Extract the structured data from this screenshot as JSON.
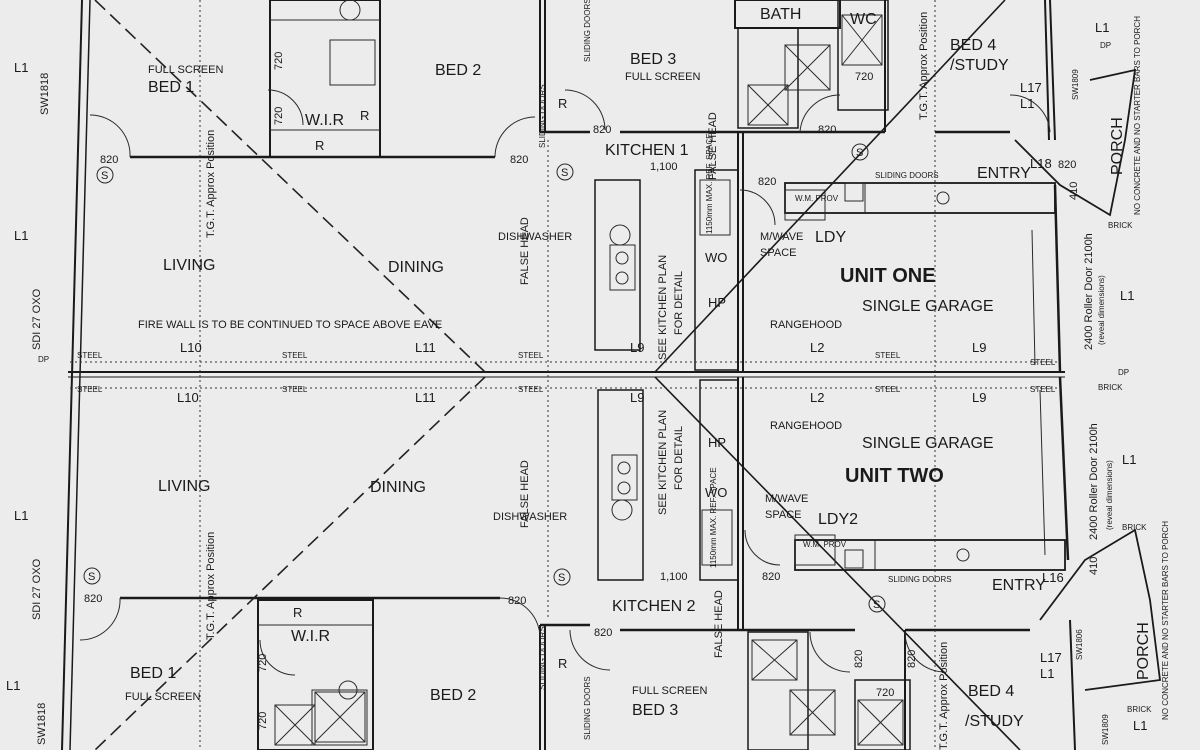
{
  "labels": {
    "bath": "BATH",
    "wc_top": "WC",
    "full_screen": "FULL SCREEN",
    "bed1": "BED 1",
    "bed2": "BED 2",
    "bed3": "BED 3",
    "bed4": "BED 4",
    "study": "/STUDY",
    "wir": "W.I.R",
    "r": "R",
    "kitchen1": "KITCHEN 1",
    "kitchen2": "KITCHEN 2",
    "living": "LIVING",
    "dining": "DINING",
    "dishwasher": "DISHWASHER",
    "false_head": "FALSE HEAD",
    "see_kitchen_plan": "SEE KITCHEN PLAN",
    "for_detail": "FOR DETAIL",
    "mwave_space_1": "M/WAVE",
    "ldy": "LDY",
    "space": "SPACE",
    "mwave_2": "M/WAVE",
    "space_2": "SPACE",
    "ldy2": "LDY2",
    "rangehood": "RANGEHOOD",
    "wm_prov": "W.M. PROV",
    "wo": "WO",
    "hp": "HP",
    "unit_one": "UNIT ONE",
    "unit_two": "UNIT TWO",
    "single_garage": "SINGLE GARAGE",
    "entry": "ENTRY",
    "porch": "PORCH",
    "porch_note": "NO CONCRETE AND NO STARTER BARS TO PORCH",
    "fire_wall": "FIRE WALL IS TO BE CONTINUED TO SPACE ABOVE EAVE",
    "sliding_doors": "SLIDING DOORS",
    "tgt": "T.G.T. Approx Position",
    "roller_door": "2400 Roller Door 2100h",
    "reveal_dims": "(reveal dimensions)",
    "steel": "STEEL",
    "l1": "L1",
    "l2": "L2",
    "l9": "L9",
    "l10": "L10",
    "l11": "L11",
    "l16": "L16",
    "l17": "L17",
    "l18": "L18",
    "dp": "DP",
    "brick": "BRICK",
    "sw1818": "SW1818",
    "sw1809": "SW1809",
    "sw1806": "SW1806",
    "sdi": "SDI 27 OXO",
    "d820": "820",
    "d720": "720",
    "d1100": "1,100",
    "d410": "410",
    "s": "S",
    "ref_space": "1150mm MAX. REF. SPACE"
  }
}
